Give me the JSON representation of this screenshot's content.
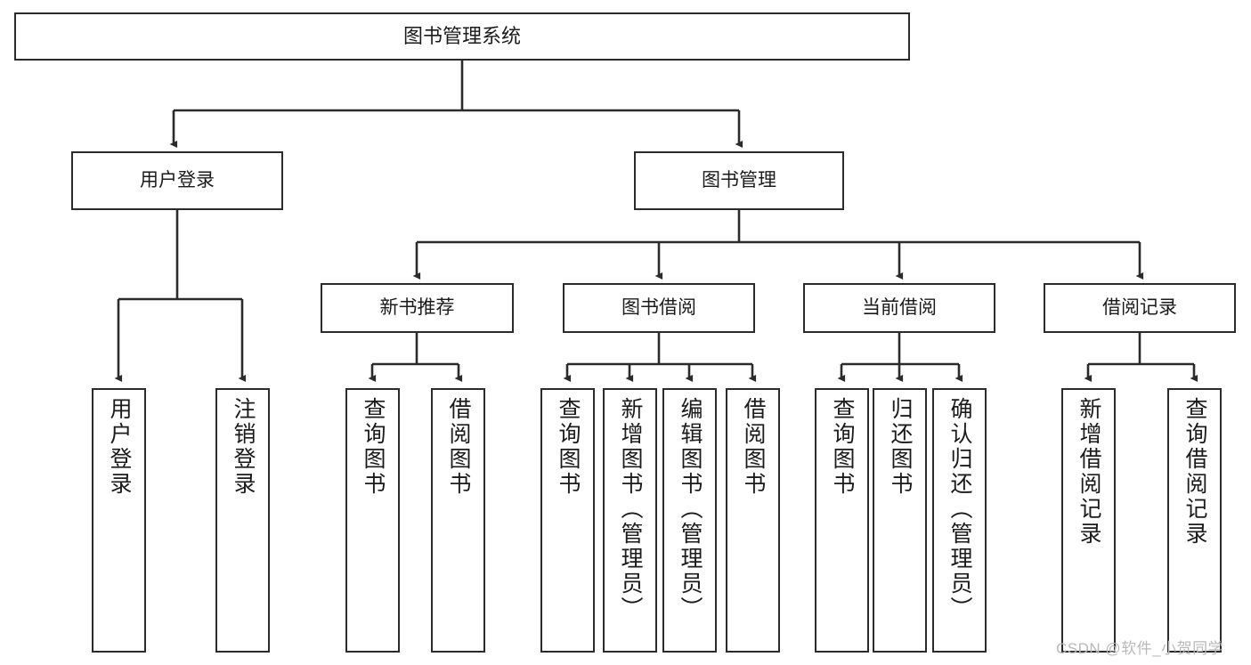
{
  "diagram": {
    "type": "tree-hierarchy-chart",
    "title": "图书管理系统",
    "stroke_color": "#2b2b2b",
    "background_color": "#ffffff",
    "text_color": "#1b1b1b",
    "nodes": {
      "root": {
        "label": "图书管理系统",
        "level": 0
      },
      "user_login": {
        "label": "用户登录",
        "level": 1
      },
      "book_manage": {
        "label": "图书管理",
        "level": 1
      },
      "new_book_rec": {
        "label": "新书推荐",
        "level": 2
      },
      "book_borrow": {
        "label": "图书借阅",
        "level": 2
      },
      "current_borrow": {
        "label": "当前借阅",
        "level": 2
      },
      "borrow_record": {
        "label": "借阅记录",
        "level": 2
      },
      "leaf_user_login": {
        "label": "用户登录",
        "level": 3
      },
      "leaf_logout": {
        "label": "注销登录",
        "level": 3
      },
      "leaf_query_book_1": {
        "label": "查询图书",
        "level": 3
      },
      "leaf_borrow_book_1": {
        "label": "借阅图书",
        "level": 3
      },
      "leaf_query_book_2": {
        "label": "查询图书",
        "level": 3
      },
      "leaf_add_book": {
        "label": "新增图书（管理员）",
        "level": 3
      },
      "leaf_edit_book": {
        "label": "编辑图书（管理员）",
        "level": 3
      },
      "leaf_borrow_book_2": {
        "label": "借阅图书",
        "level": 3
      },
      "leaf_query_book_3": {
        "label": "查询图书",
        "level": 3
      },
      "leaf_return_book": {
        "label": "归还图书",
        "level": 3
      },
      "leaf_confirm_return": {
        "label": "确认归还（管理员）",
        "level": 3
      },
      "leaf_add_record": {
        "label": "新增借阅记录",
        "level": 3
      },
      "leaf_query_record": {
        "label": "查询借阅记录",
        "level": 3
      }
    }
  },
  "watermark": {
    "text": "CSDN @软件_小贺同学"
  }
}
